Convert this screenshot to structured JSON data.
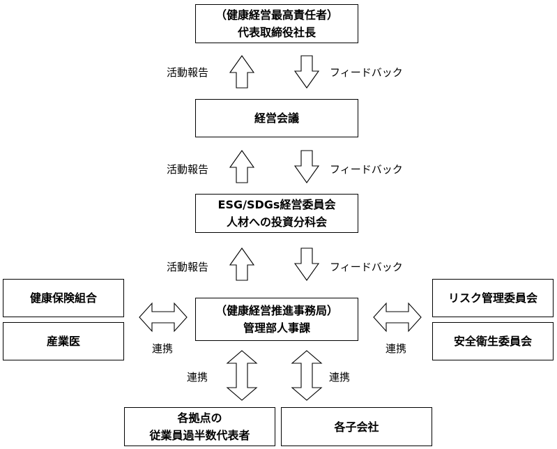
{
  "boxes": {
    "ceo": {
      "line1": "（健康経営最高責任者）",
      "line2": "代表取締役社長"
    },
    "management_meeting": {
      "line1": "経営会議"
    },
    "esg_committee": {
      "line1": "ESG/SDGs経営委員会",
      "line2": "人材への投資分科会"
    },
    "office": {
      "line1": "（健康経営推進事務局）",
      "line2": "管理部人事課"
    },
    "health_insurance": {
      "line1": "健康保険組合"
    },
    "industrial_physician": {
      "line1": "産業医"
    },
    "risk_committee": {
      "line1": "リスク管理委員会"
    },
    "safety_committee": {
      "line1": "安全衛生委員会"
    },
    "employee_reps": {
      "line1": "各拠点の",
      "line2": "従業員過半数代表者"
    },
    "subsidiaries": {
      "line1": "各子会社"
    }
  },
  "labels": {
    "activity_report": "活動報告",
    "feedback": "フィードバック",
    "cooperation": "連携"
  }
}
